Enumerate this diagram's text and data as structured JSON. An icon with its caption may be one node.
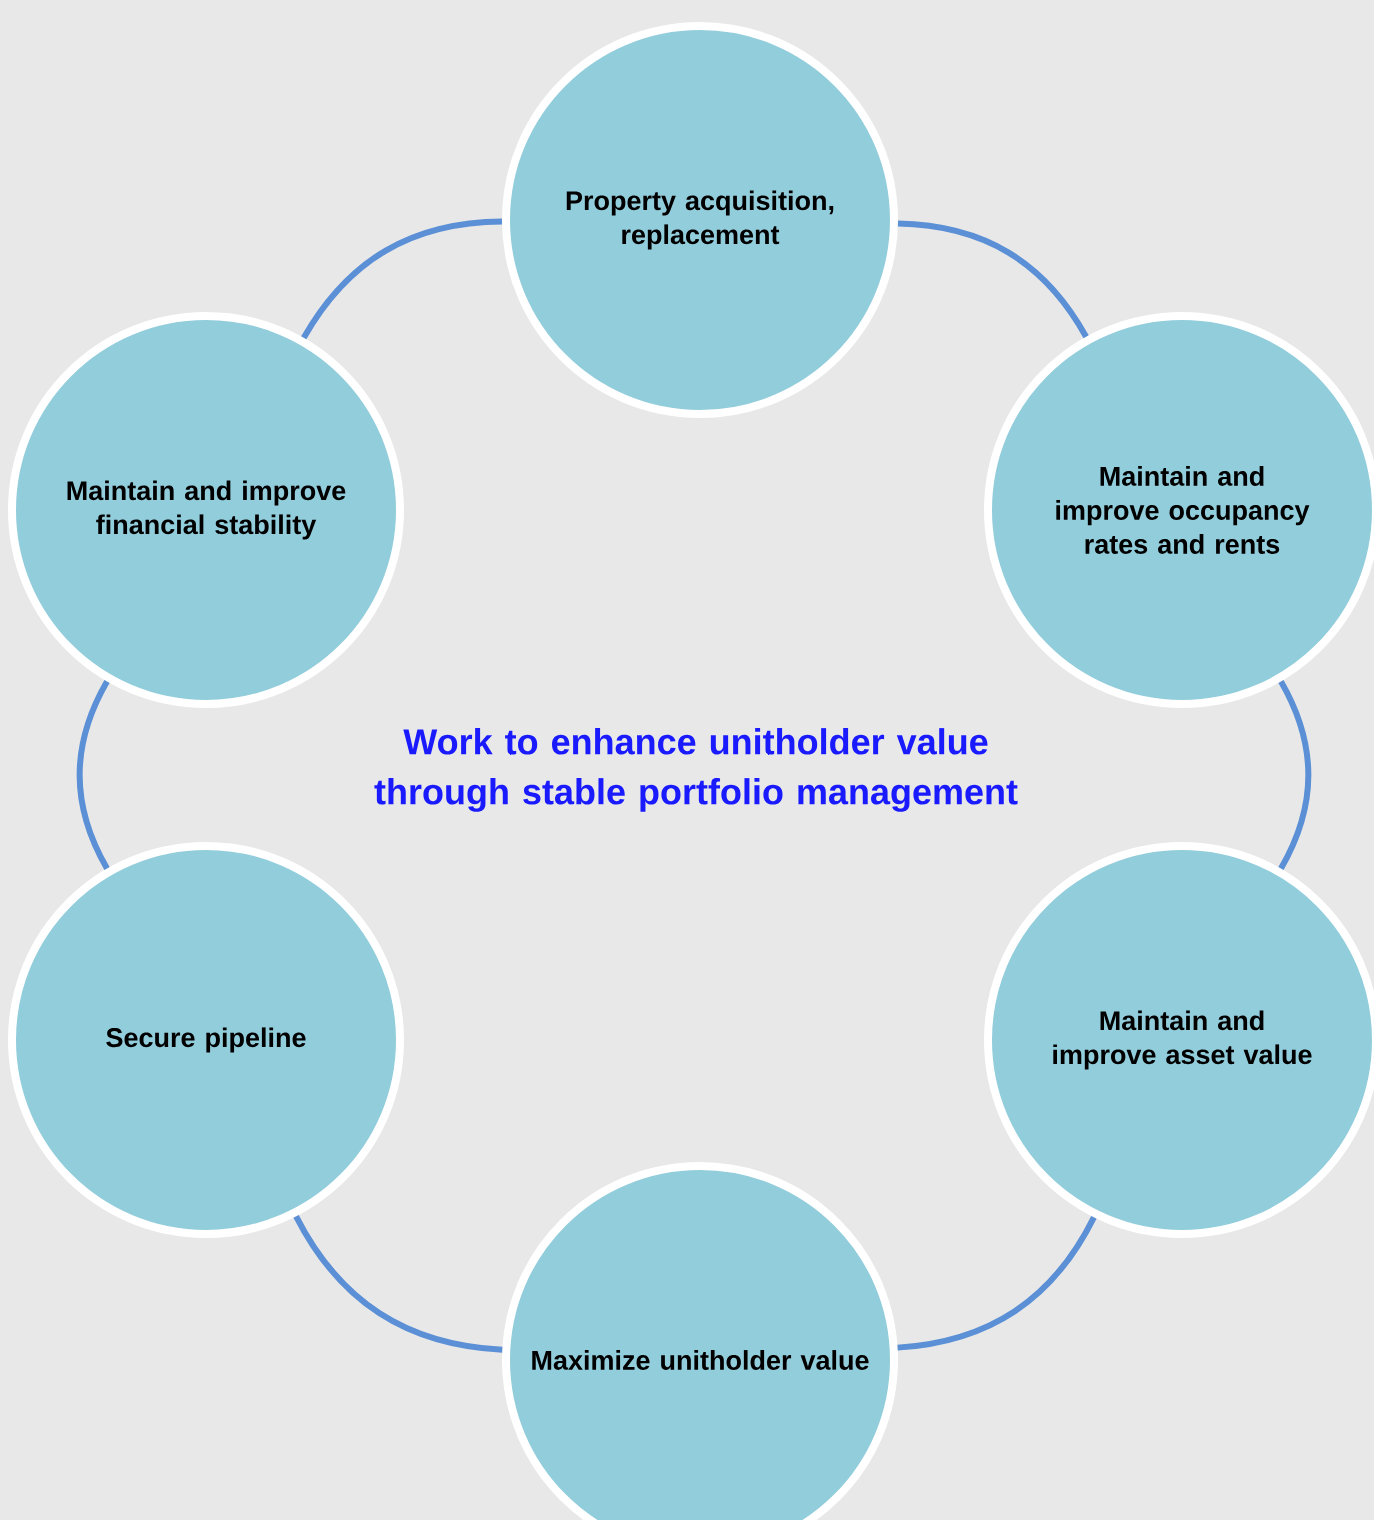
{
  "diagram": {
    "nodes": [
      {
        "text": [
          "Property acquisition, replacement"
        ]
      },
      {
        "text": [
          "Maintain and improve occupancy rates and rents"
        ]
      },
      {
        "text": [
          "Maintain and improve asset value"
        ]
      },
      {
        "text": [
          "Maximize unitholder value"
        ]
      },
      {
        "text": [
          "Secure pipeline"
        ]
      },
      {
        "text": [
          "Maintain and improve financial stability"
        ]
      }
    ],
    "edges": [
      {
        "from": 0,
        "to": 1,
        "arrow": "none"
      },
      {
        "from": 1,
        "to": 2,
        "arrow": "none"
      },
      {
        "from": 2,
        "to": 3,
        "arrow": "none"
      },
      {
        "from": 3,
        "to": 4,
        "arrow": "none"
      },
      {
        "from": 4,
        "to": 5,
        "arrow": "none"
      },
      {
        "from": 5,
        "to": 0,
        "arrow": "none"
      }
    ],
    "labels": [
      "Work to enhance unitholder value through stable portfolio management"
    ]
  }
}
